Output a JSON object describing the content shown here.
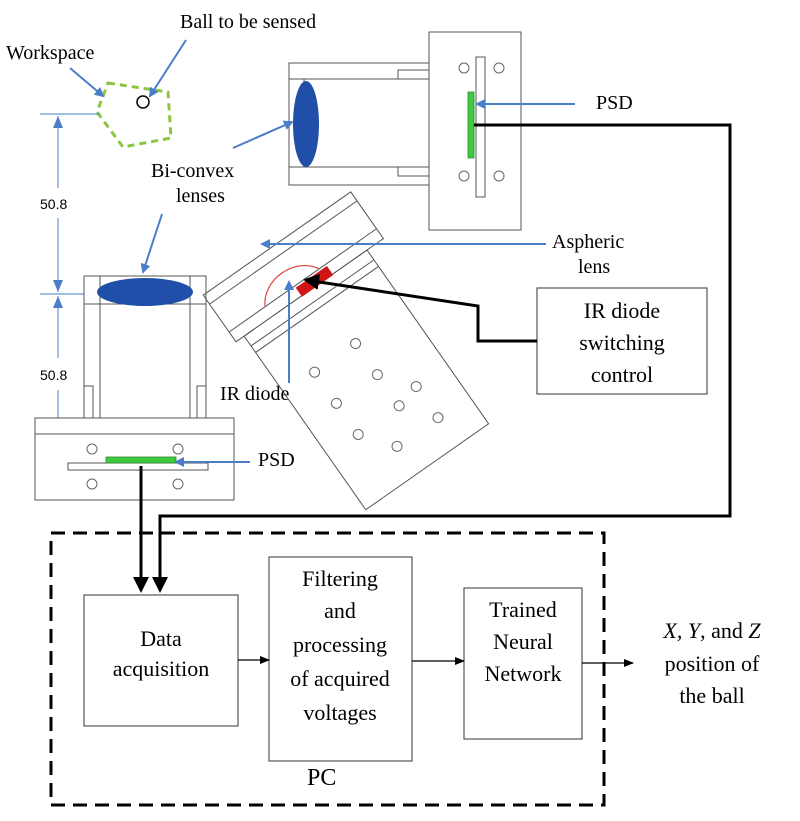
{
  "labels": {
    "ball": "Ball to be sensed",
    "workspace": "Workspace",
    "biconvex_line1": "Bi-convex",
    "biconvex_line2": "lenses",
    "psd_top": "PSD",
    "psd_bottom": "PSD",
    "aspheric_line1": "Aspheric",
    "aspheric_line2": "lens",
    "ir_diode": "IR diode",
    "dim_upper": "50.8",
    "dim_lower": "50.8",
    "pc": "PC"
  },
  "blocks": {
    "ir_control": [
      "IR diode",
      "switching",
      "control"
    ],
    "data_acq": [
      "Data",
      "acquisition"
    ],
    "filtering": [
      "Filtering",
      "and",
      "processing",
      "of acquired",
      "voltages"
    ],
    "neural": [
      "Trained",
      "Neural",
      "Network"
    ]
  },
  "output": {
    "line1_x": "X,",
    "line1_y": "Y",
    "line1_rest": ", and ",
    "line1_z": "Z",
    "line2": "position of",
    "line3": "the ball"
  },
  "colors": {
    "annotation_arrow": "#4a7ec7",
    "lens": "#1f4fa8",
    "psd": "#3ec93e",
    "ir_diode": "#d01515",
    "aspheric_outline": "#e05050",
    "workspace": "#8cc63f"
  }
}
